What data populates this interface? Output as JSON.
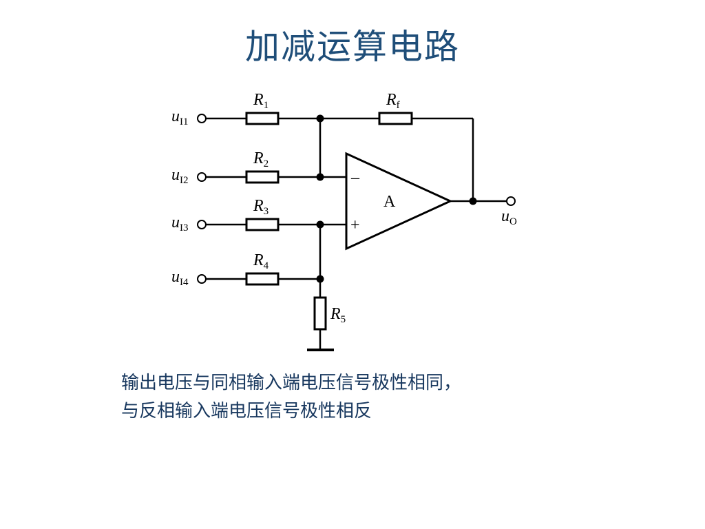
{
  "title": "加减运算电路",
  "caption": {
    "line1": "输出电压与同相输入端电压信号极性相同，",
    "line2": "与反相输入端电压信号极性相反"
  },
  "circuit": {
    "resistors": [
      {
        "id": "r1",
        "letter": "R",
        "sub": "1"
      },
      {
        "id": "r2",
        "letter": "R",
        "sub": "2"
      },
      {
        "id": "r3",
        "letter": "R",
        "sub": "3"
      },
      {
        "id": "r4",
        "letter": "R",
        "sub": "4"
      },
      {
        "id": "r5",
        "letter": "R",
        "sub": "5"
      },
      {
        "id": "rf",
        "letter": "R",
        "sub": "f"
      }
    ],
    "inputs": [
      {
        "id": "ui1",
        "letter": "u",
        "sub": "I1"
      },
      {
        "id": "ui2",
        "letter": "u",
        "sub": "I2"
      },
      {
        "id": "ui3",
        "letter": "u",
        "sub": "I3"
      },
      {
        "id": "ui4",
        "letter": "u",
        "sub": "I4"
      }
    ],
    "output": {
      "letter": "u",
      "sub": "O"
    },
    "opamp": {
      "label": "A",
      "minus": "–",
      "plus": "+"
    }
  },
  "colors": {
    "title": "#1f4e79",
    "caption": "#17375e",
    "line": "#000000"
  }
}
